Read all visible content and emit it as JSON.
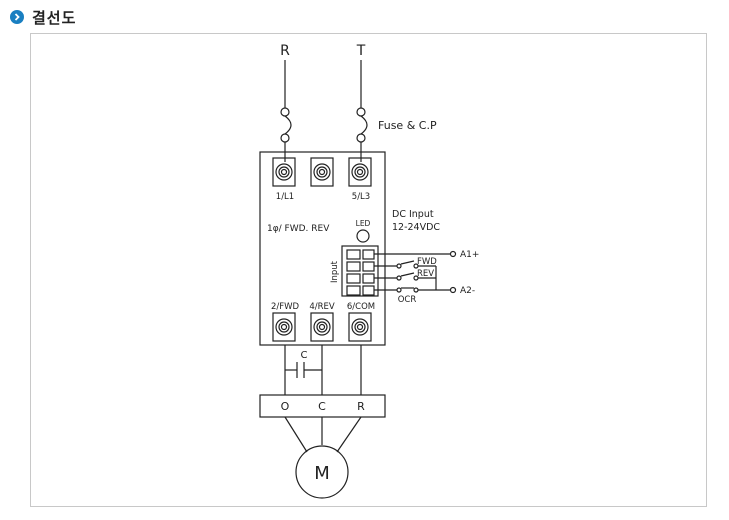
{
  "header": {
    "title": "결선도",
    "icon": "circle-chevron-right-icon",
    "icon_color": "#1a7fc1"
  },
  "diagram": {
    "supply": {
      "line_r": "R",
      "line_t": "T"
    },
    "fuse_label": "Fuse & C.P",
    "top_terminals": [
      "1/L1",
      "5/L3"
    ],
    "device_label": "1φ/  FWD. REV",
    "led_label": "LED",
    "dc_input": {
      "line1": "DC Input",
      "line2": "12-24VDC"
    },
    "input_label": "Input",
    "switches": {
      "fwd": "FWD",
      "rev": "REV",
      "ocr": "OCR"
    },
    "power_terms": {
      "a1": "A1+",
      "a2": "A2-"
    },
    "bottom_terminals": [
      "2/FWD",
      "4/REV",
      "6/COM"
    ],
    "capacitor_label": "C",
    "motor_terminals": [
      "O",
      "C",
      "R"
    ],
    "motor_label": "M"
  }
}
